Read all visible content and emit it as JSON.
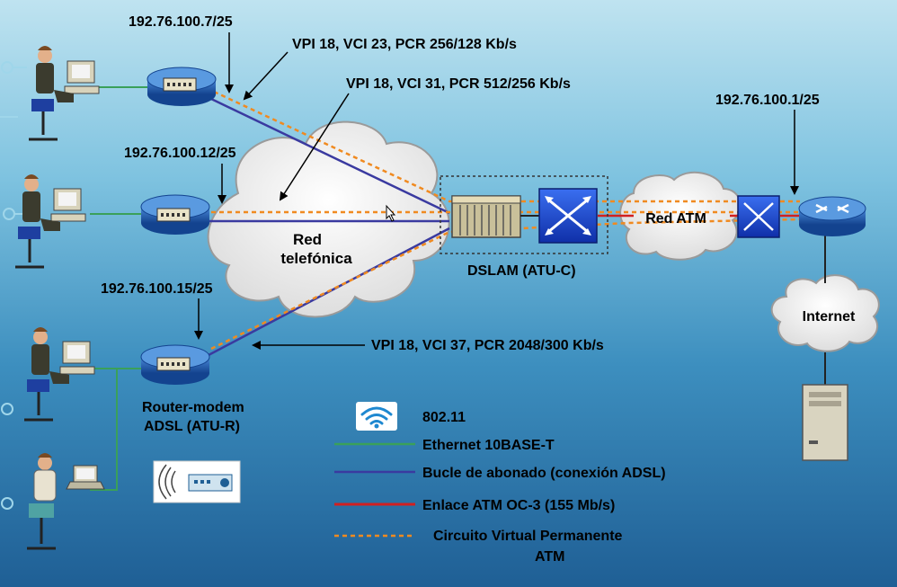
{
  "labels": {
    "ip_router1": "192.76.100.7/25",
    "vc1": "VPI 18, VCI 23, PCR 256/128 Kb/s",
    "vc2": "VPI 18, VCI 31, PCR 512/256 Kb/s",
    "ip_atm_router": "192.76.100.1/25",
    "ip_router2": "192.76.100.12/25",
    "red_line1": "Red",
    "red_line2": "telefónica",
    "red_atm": "Red ATM",
    "dslam": "DSLAM (ATU-C)",
    "ip_router3": "192.76.100.15/25",
    "internet": "Internet",
    "vc3": "VPI 18, VCI 37, PCR 2048/300 Kb/s",
    "router_modem_line1": "Router-modem",
    "router_modem_line2": "ADSL (ATU-R)"
  },
  "legend": {
    "wifi": "802.11",
    "ethernet": "Ethernet 10BASE-T",
    "bucle": "Bucle de abonado (conexión ADSL)",
    "atm_link": "Enlace ATM OC-3 (155 Mb/s)",
    "pvc_line1": "Circuito Virtual Permanente",
    "pvc_line2": "ATM"
  },
  "colors": {
    "ethernet": "#3aa05a",
    "bucle": "#3a3aa0",
    "atm_link": "#d22020",
    "pvc": "#f08a20",
    "router": "#1f5fb8",
    "switch": "#1a3fd0"
  }
}
